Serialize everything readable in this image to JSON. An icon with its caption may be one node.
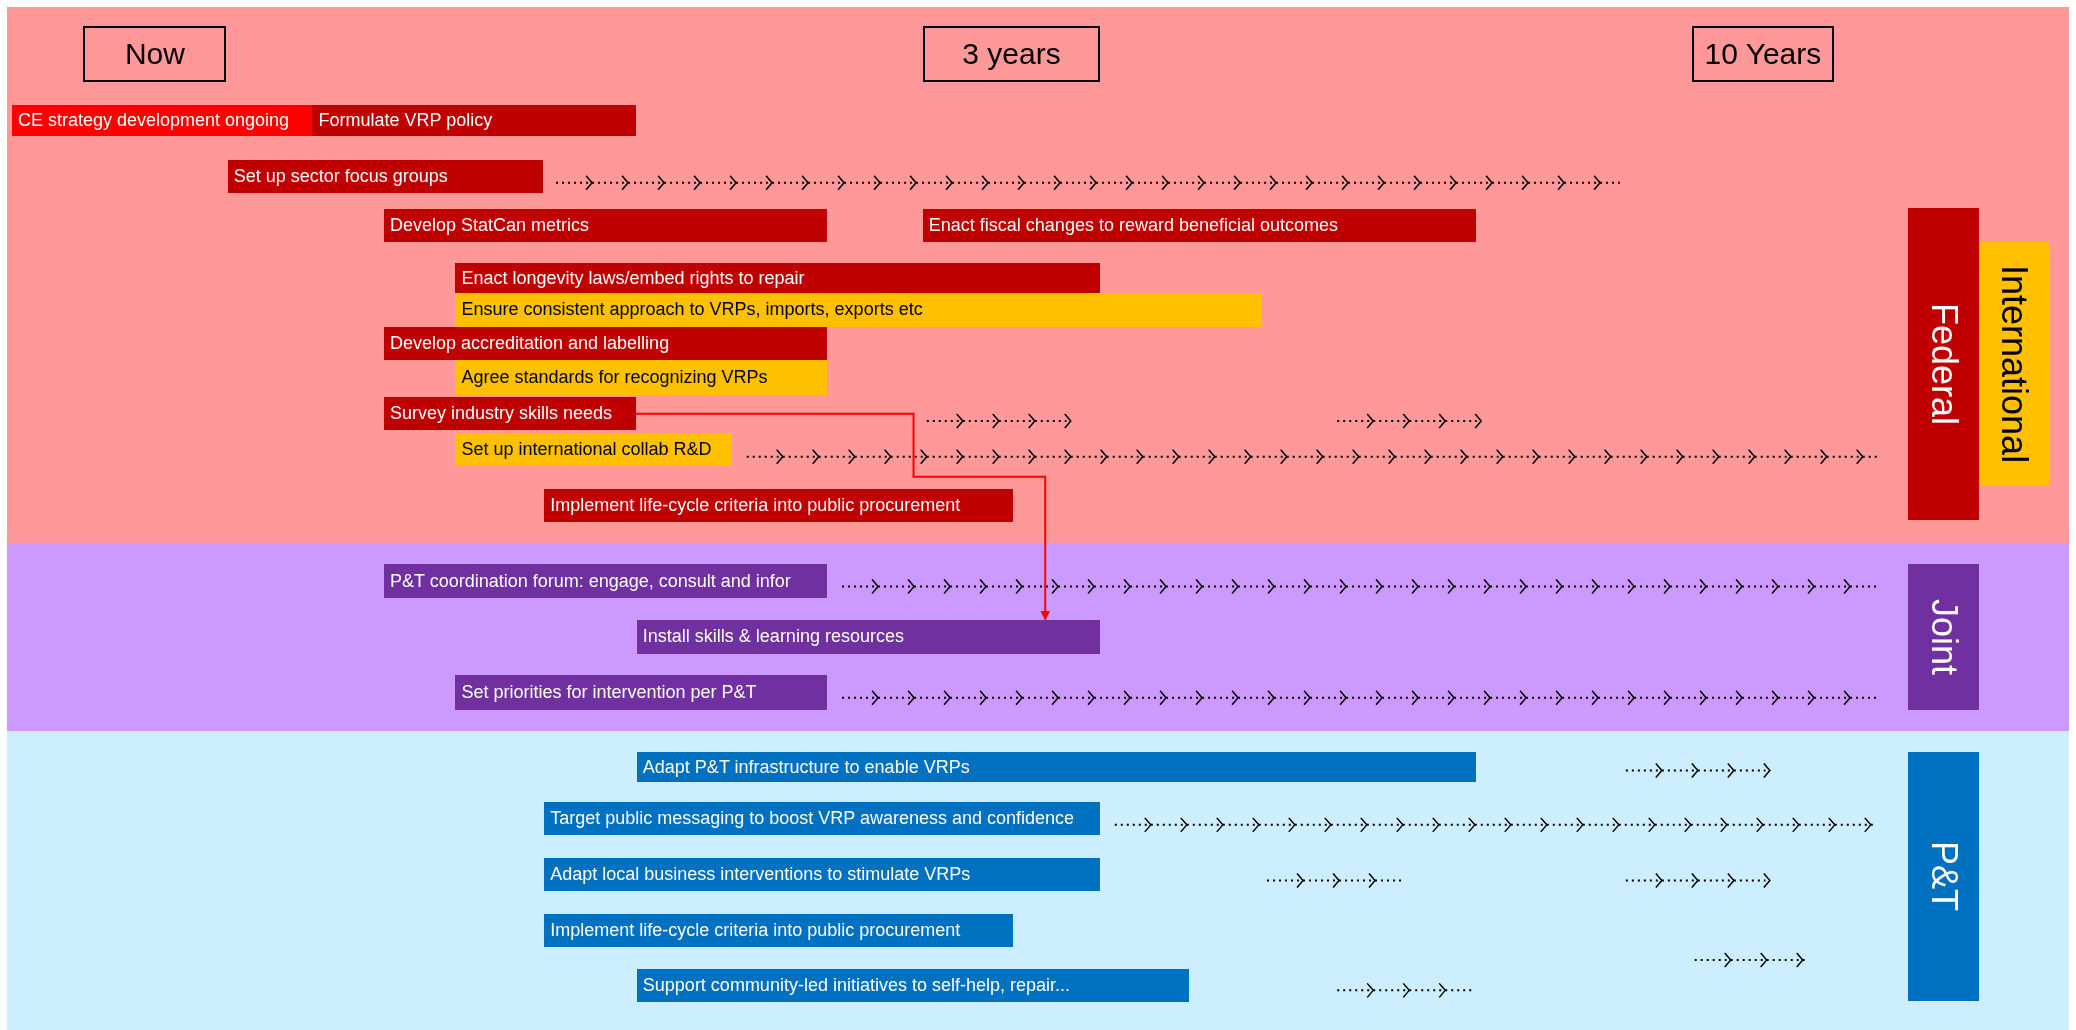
{
  "diagram": {
    "nodes": [
      {
        "text": [
          "Now"
        ]
      },
      {
        "text": [
          "3 years"
        ]
      },
      {
        "text": [
          "10 Years"
        ]
      },
      {
        "text": [
          "CE strategy development ongoing"
        ]
      },
      {
        "text": [
          "Formulate VRP policy"
        ]
      },
      {
        "text": [
          "Set up sector focus groups"
        ]
      },
      {
        "text": [
          "Develop StatCan metrics"
        ]
      },
      {
        "text": [
          "Enact fiscal changes to reward beneficial outcomes"
        ]
      },
      {
        "text": [
          "Enact longevity laws/embed rights to repair"
        ]
      },
      {
        "text": [
          "Ensure consistent approach to VRPs, imports, exports etc"
        ]
      },
      {
        "text": [
          "Develop accreditation and labelling"
        ]
      },
      {
        "text": [
          "Agree standards for recognizing VRPs"
        ]
      },
      {
        "text": [
          "Survey industry skills needs"
        ]
      },
      {
        "text": [
          "Set up international collab R&D"
        ]
      },
      {
        "text": [
          "Implement life-cycle criteria into public procurement"
        ]
      },
      {
        "text": [
          "Federal"
        ]
      },
      {
        "text": [
          "International"
        ]
      },
      {
        "text": [
          "P&T coordination forum: engage, consult and infor"
        ]
      },
      {
        "text": [
          "Install skills & learning resources"
        ]
      },
      {
        "text": [
          "Set priorities for intervention per P&T"
        ]
      },
      {
        "text": [
          "Joint"
        ]
      },
      {
        "text": [
          "Adapt P&T infrastructure to enable VRPs"
        ]
      },
      {
        "text": [
          "Target public messaging to boost VRP awareness and confidence"
        ]
      },
      {
        "text": [
          "Adapt local business interventions to stimulate VRPs"
        ]
      },
      {
        "text": [
          "Implement life-cycle criteria into public procurement"
        ]
      },
      {
        "text": [
          "Support community-led initiatives to self-help, repair..."
        ]
      },
      {
        "text": [
          "P&T"
        ]
      }
    ],
    "edges": [
      {
        "from": 12,
        "to": 18,
        "arrow": "to",
        "color": "#ff0000"
      }
    ]
  }
}
